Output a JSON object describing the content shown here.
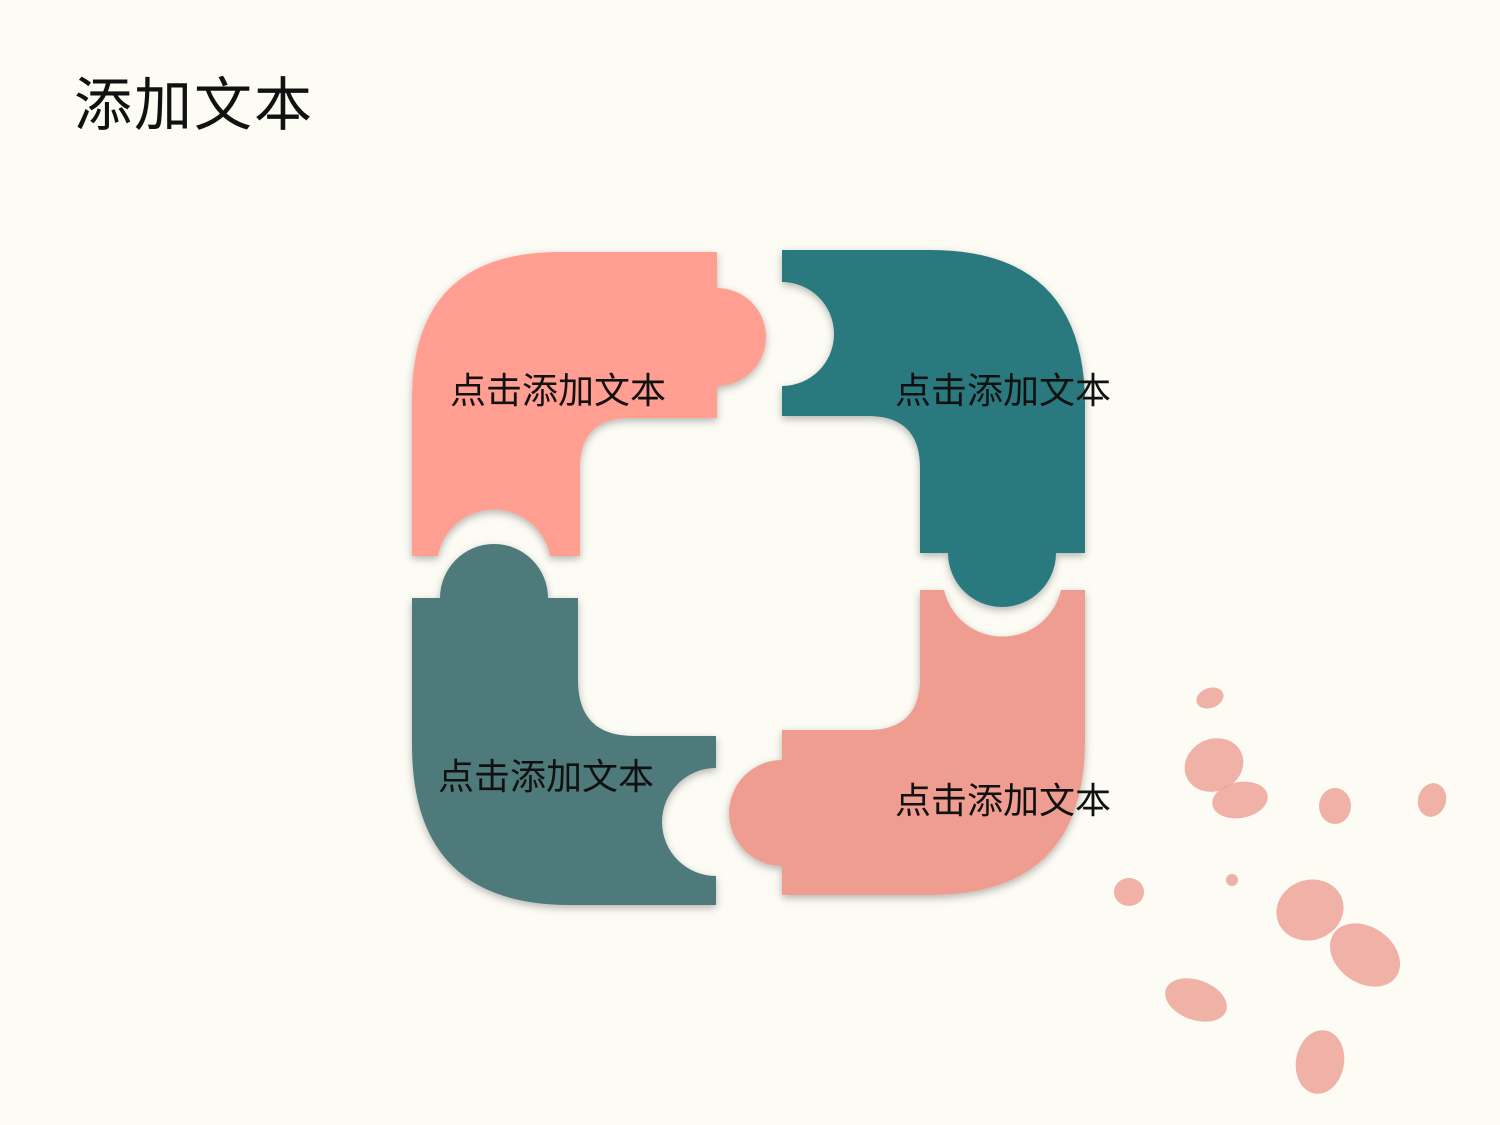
{
  "slide": {
    "title": "添加文本"
  },
  "diagram": {
    "pieces": [
      {
        "label": "点击添加文本",
        "color": "#ff9e91"
      },
      {
        "label": "点击添加文本",
        "color": "#2a797f"
      },
      {
        "label": "点击添加文本",
        "color": "#4f7a7c"
      },
      {
        "label": "点击添加文本",
        "color": "#ee9d90"
      }
    ]
  },
  "decoration": {
    "petal_color": "#eda398"
  }
}
